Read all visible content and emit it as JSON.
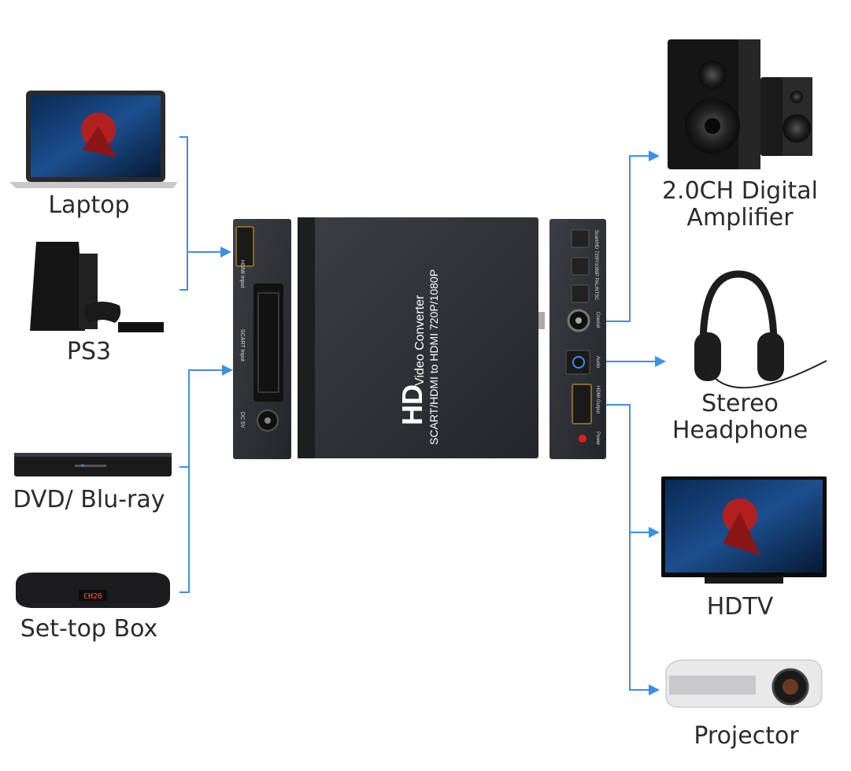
{
  "inputs": {
    "laptop": "Laptop",
    "ps3": "PS3",
    "dvd": "DVD/ Blu-ray",
    "settop": "Set-top Box"
  },
  "outputs": {
    "amp_line1": "2.0CH Digital",
    "amp_line2": "Amplifier",
    "headphone_line1": "Stereo",
    "headphone_line2": "Headphone",
    "hdtv": "HDTV",
    "projector": "Projector"
  },
  "device": {
    "brand": "HD",
    "title": "Video Converter",
    "subtitle": "SCART/HDMI to HDMI 720P/1080P",
    "hdmi_input": "HDMI Input",
    "scart_input": "SCART Input",
    "dc": "DC 5V",
    "buttons_label": "Scart/HD  720P/1080P  PAL/NTSC",
    "coaxial": "Coaxial",
    "audio": "Audio",
    "hdmi_output": "HDMI Output",
    "power": "Power",
    "settop_display": "CH26"
  },
  "colors": {
    "connector": "#3d8fe6",
    "device_body": "#2e3136",
    "label": "#2b2b2b"
  }
}
